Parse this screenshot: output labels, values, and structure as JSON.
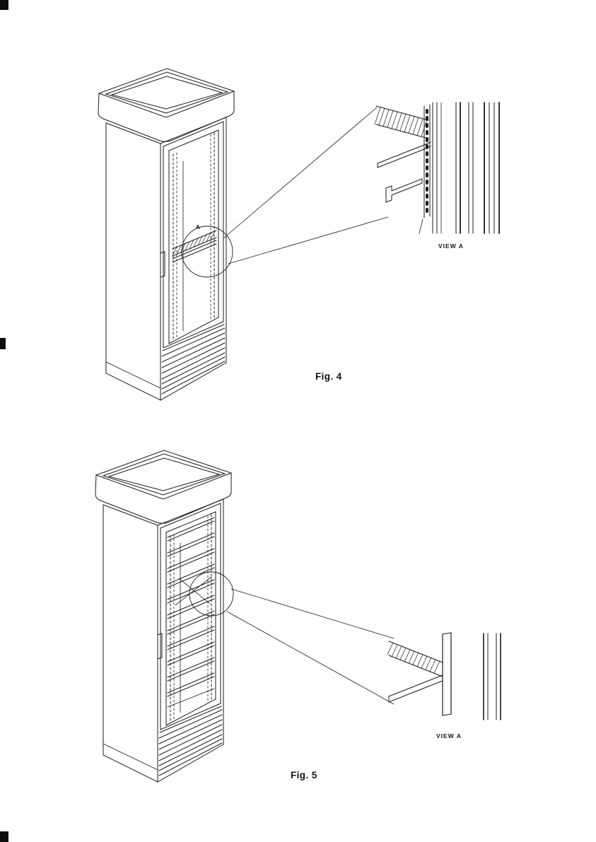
{
  "document": {
    "background": "#ffffff",
    "ink": "#1b1b1b"
  },
  "fig4": {
    "caption": "Fig. 4",
    "callout_label": "A",
    "detail_label": "VIEW A"
  },
  "fig5": {
    "caption": "Fig. 5",
    "detail_label": "VIEW A"
  }
}
